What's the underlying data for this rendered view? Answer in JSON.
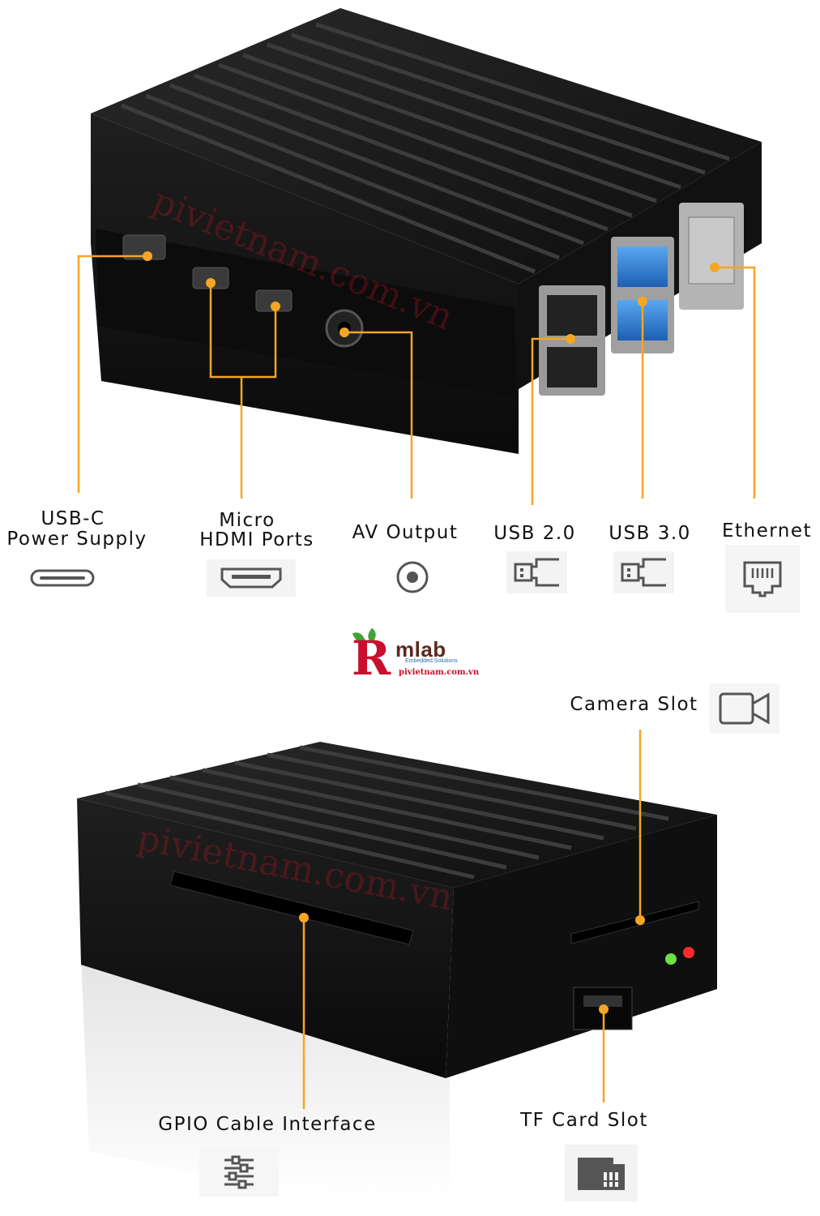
{
  "labels": {
    "usbc_1": "USB-C",
    "usbc_2": "Power Supply",
    "hdmi_1": "Micro",
    "hdmi_2": "HDMI Ports",
    "av": "AV Output",
    "usb2": "USB 2.0",
    "usb3": "USB 3.0",
    "ethernet": "Ethernet",
    "camera": "Camera Slot",
    "gpio": "GPIO Cable Interface",
    "tf": "TF Card Slot"
  },
  "logo": {
    "letter": "R",
    "brand": "mlab",
    "tagline": "Embedded Solutions",
    "site": "pivietnam.com.vn"
  },
  "watermark": {
    "text": "pivietnam.com.vn"
  },
  "icons": [
    "usb-c-icon",
    "hdmi-icon",
    "av-output-icon",
    "usb2-icon",
    "usb3-icon",
    "ethernet-icon",
    "camera-icon",
    "gpio-icon",
    "tf-card-icon"
  ],
  "colors": {
    "accent_orange": "#f5a623",
    "case_black": "#151515",
    "usb3_blue": "#2b7bd6",
    "led_green": "#6ee04a",
    "led_red": "#ff2a2a",
    "brand_red": "#c8102e"
  }
}
